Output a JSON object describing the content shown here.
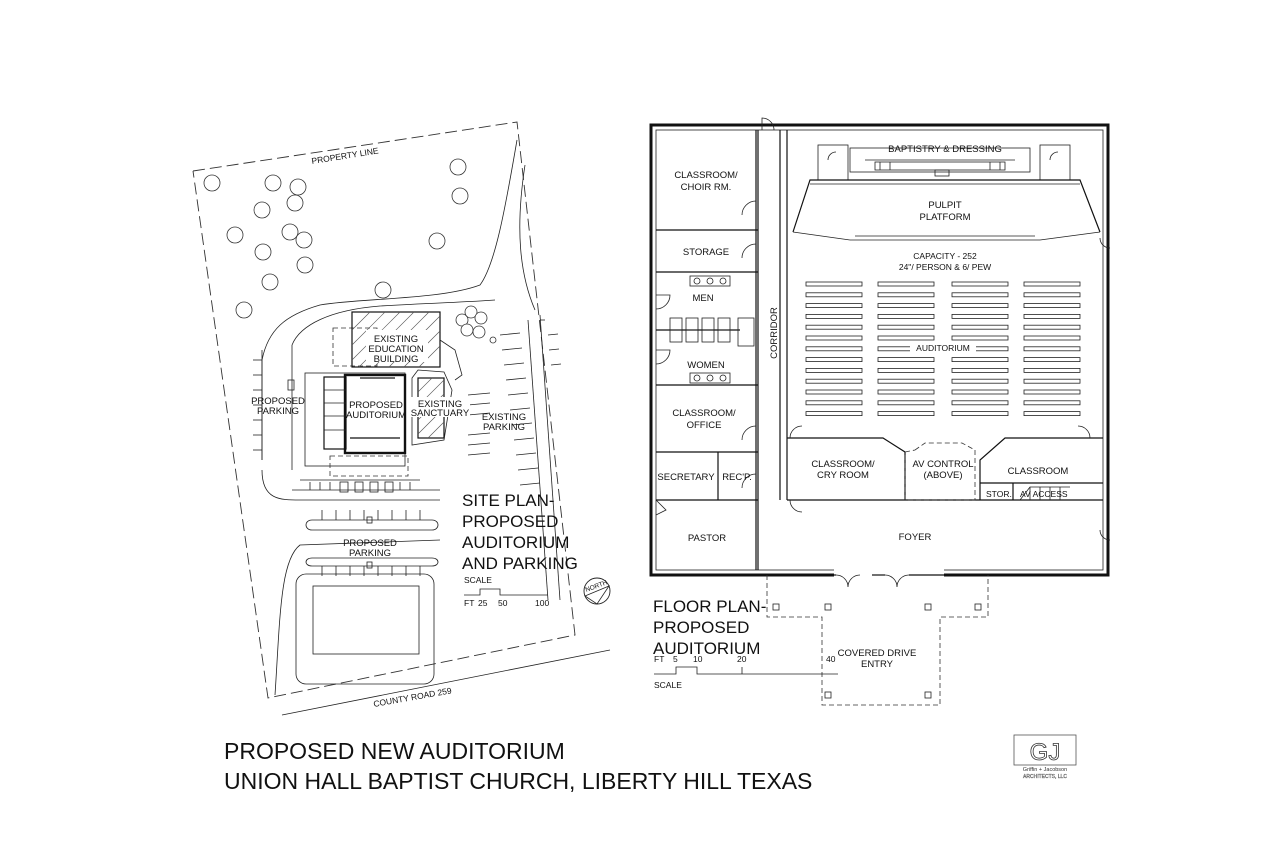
{
  "site_plan": {
    "labels": {
      "property_line": "PROPERTY LINE",
      "existing_education": [
        "EXISTING",
        "EDUCATION",
        "BUILDING"
      ],
      "proposed_auditorium": [
        "PROPOSED",
        "AUDITORIUM"
      ],
      "existing_sanctuary": [
        "EXISTING",
        "SANCTUARY"
      ],
      "existing_parking": [
        "EXISTING",
        "PARKING"
      ],
      "proposed_parking_left": [
        "PROPOSED",
        "PARKING"
      ],
      "proposed_parking_bottom": [
        "PROPOSED",
        "PARKING"
      ],
      "county_road": "COUNTY ROAD 259",
      "north": "NORTH"
    },
    "title_lines": [
      "SITE PLAN-",
      "PROPOSED",
      "AUDITORIUM",
      "AND PARKING"
    ],
    "scale": {
      "label": "SCALE",
      "ft": "FT",
      "ticks": [
        "25",
        "50",
        "100"
      ]
    }
  },
  "floor_plan": {
    "rooms": {
      "classroom_choir": [
        "CLASSROOM/",
        "CHOIR RM."
      ],
      "storage": "STORAGE",
      "men": "MEN",
      "women": "WOMEN",
      "classroom_office": [
        "CLASSROOM/",
        "OFFICE"
      ],
      "secretary": "SECRETARY",
      "recp": "REC'P.",
      "pastor": "PASTOR",
      "corridor": "CORRIDOR",
      "baptistry": "BAPTISTRY & DRESSING",
      "pulpit": [
        "PULPIT",
        "PLATFORM"
      ],
      "capacity": [
        "CAPACITY - 252",
        "24\"/ PERSON & 6/ PEW"
      ],
      "auditorium": "AUDITORIUM",
      "classroom_cry": [
        "CLASSROOM/",
        "CRY ROOM"
      ],
      "av_control": [
        "AV CONTROL",
        "(ABOVE)"
      ],
      "classroom": "CLASSROOM",
      "stor": "STOR.",
      "av_access": "AV ACCESS",
      "foyer": "FOYER",
      "covered_drive": [
        "COVERED DRIVE",
        "ENTRY"
      ]
    },
    "title_lines": [
      "FLOOR PLAN-",
      "PROPOSED",
      "AUDITORIUM"
    ],
    "scale": {
      "label": "SCALE",
      "ft": "FT",
      "ticks": [
        "5",
        "10",
        "20",
        "40"
      ]
    }
  },
  "main_title": {
    "line1": "PROPOSED NEW AUDITORIUM",
    "line2": "UNION HALL BAPTIST CHURCH, LIBERTY HILL TEXAS"
  },
  "logo": {
    "monogram": "GJ",
    "name": "Griffin + Jacobson",
    "subtitle": "ARCHITECTS, LLC"
  }
}
